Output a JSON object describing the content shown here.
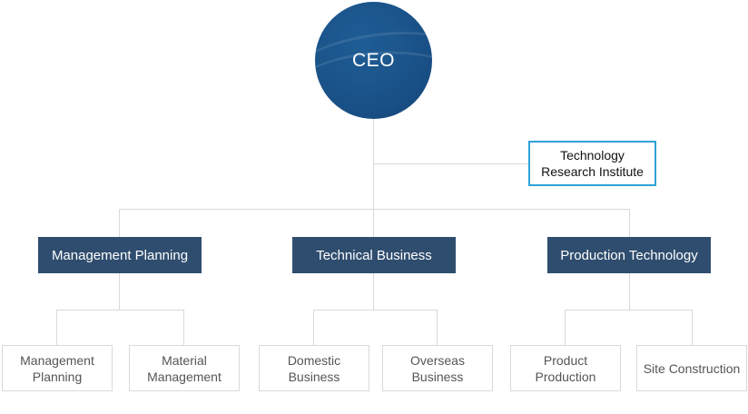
{
  "ceo": {
    "label": "CEO"
  },
  "institute": {
    "line1": "Technology",
    "line2": "Research Institute"
  },
  "departments": [
    {
      "label": "Management Planning",
      "units": [
        {
          "line1": "Management",
          "line2": "Planning"
        },
        {
          "line1": "Material",
          "line2": "Management"
        }
      ]
    },
    {
      "label": "Technical Business",
      "units": [
        {
          "line1": "Domestic",
          "line2": "Business"
        },
        {
          "line1": "Overseas",
          "line2": "Business"
        }
      ]
    },
    {
      "label": "Production Technology",
      "units": [
        {
          "line1": "Product",
          "line2": "Production"
        },
        {
          "line1": "Site Construction",
          "line2": ""
        }
      ]
    }
  ],
  "colors": {
    "ceo": "#1a5288",
    "department": "#2f4d6e",
    "institute_border": "#2ea3d6",
    "connector": "#d9d9d9"
  }
}
